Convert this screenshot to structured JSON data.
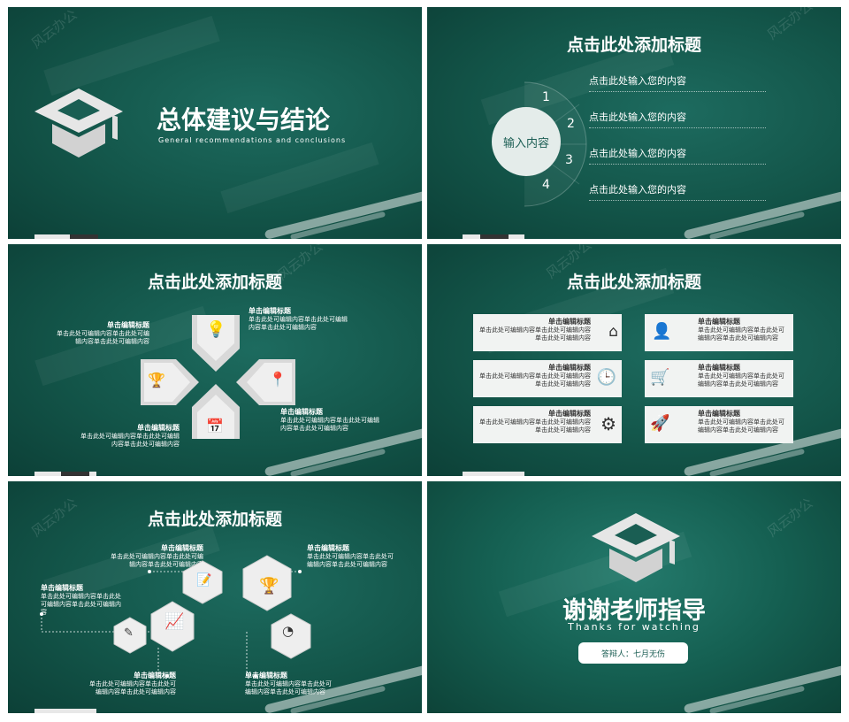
{
  "watermark": "风云办公",
  "slide1": {
    "title": "总体建议与结论",
    "subtitle": "General recommendations and conclusions",
    "icon": "graduation-cap-icon"
  },
  "slide2": {
    "title": "点击此处添加标题",
    "circle_text": "输入内容",
    "items": [
      {
        "num": "1",
        "text": "点击此处输入您的内容"
      },
      {
        "num": "2",
        "text": "点击此处输入您的内容"
      },
      {
        "num": "3",
        "text": "点击此处输入您的内容"
      },
      {
        "num": "4",
        "text": "点击此处输入您的内容"
      }
    ]
  },
  "slide3": {
    "title": "点击此处添加标题",
    "blocks": [
      {
        "heading": "单击编辑标题",
        "body": "单击此处可编辑内容单击此处可编辑内容单击此处可编辑内容"
      },
      {
        "heading": "单击编辑标题",
        "body": "单击此处可编辑内容单击此处可编辑内容单击此处可编辑内容"
      },
      {
        "heading": "单击编辑标题",
        "body": "单击此处可编辑内容单击此处可编辑内容单击此处可编辑内容"
      },
      {
        "heading": "单击编辑标题",
        "body": "单击此处可编辑内容单击此处可编辑内容单击此处可编辑内容"
      }
    ],
    "icons": [
      "lightbulb-icon",
      "trophy-icon",
      "location-pin-icon",
      "calendar-icon"
    ]
  },
  "slide4": {
    "title": "点击此处添加标题",
    "cards": [
      {
        "heading": "单击编辑标题",
        "body": "单击此处可编辑内容单击此处可编辑内容单击此处可编辑内容",
        "icon": "home-eye-icon"
      },
      {
        "heading": "单击编辑标题",
        "body": "单击此处可编辑内容单击此处可编辑内容单击此处可编辑内容",
        "icon": "person-icon"
      },
      {
        "heading": "单击编辑标题",
        "body": "单击此处可编辑内容单击此处可编辑内容单击此处可编辑内容",
        "icon": "clock-icon"
      },
      {
        "heading": "单击编辑标题",
        "body": "单击此处可编辑内容单击此处可编辑内容单击此处可编辑内容",
        "icon": "cart-icon"
      },
      {
        "heading": "单击编辑标题",
        "body": "单击此处可编辑内容单击此处可编辑内容单击此处可编辑内容",
        "icon": "gear-icon"
      },
      {
        "heading": "单击编辑标题",
        "body": "单击此处可编辑内容单击此处可编辑内容单击此处可编辑内容",
        "icon": "rocket-icon"
      }
    ]
  },
  "slide5": {
    "title": "点击此处添加标题",
    "blocks": [
      {
        "heading": "单击编辑标题",
        "body": "单击此处可编辑内容单击此处可编辑内容单击此处可编辑内容"
      },
      {
        "heading": "单击编辑标题",
        "body": "单击此处可编辑内容单击此处可编辑内容单击此处可编辑内容"
      },
      {
        "heading": "单击编辑标题",
        "body": "单击此处可编辑内容单击此处可编辑内容单击此处可编辑内容"
      },
      {
        "heading": "单击编辑标题",
        "body": "单击此处可编辑内容单击此处可编辑内容单击此处可编辑内容"
      },
      {
        "heading": "单击编辑标题",
        "body": "单击此处可编辑内容单击此处可编辑内容单击此处可编辑内容"
      }
    ],
    "icons": [
      "edit-document-icon",
      "trophy-icon",
      "growth-chart-icon",
      "pie-chart-icon",
      "pen-icon"
    ]
  },
  "slide6": {
    "title": "谢谢老师指导",
    "subtitle": "Thanks for watching",
    "button": "答辩人：七月无伤"
  }
}
